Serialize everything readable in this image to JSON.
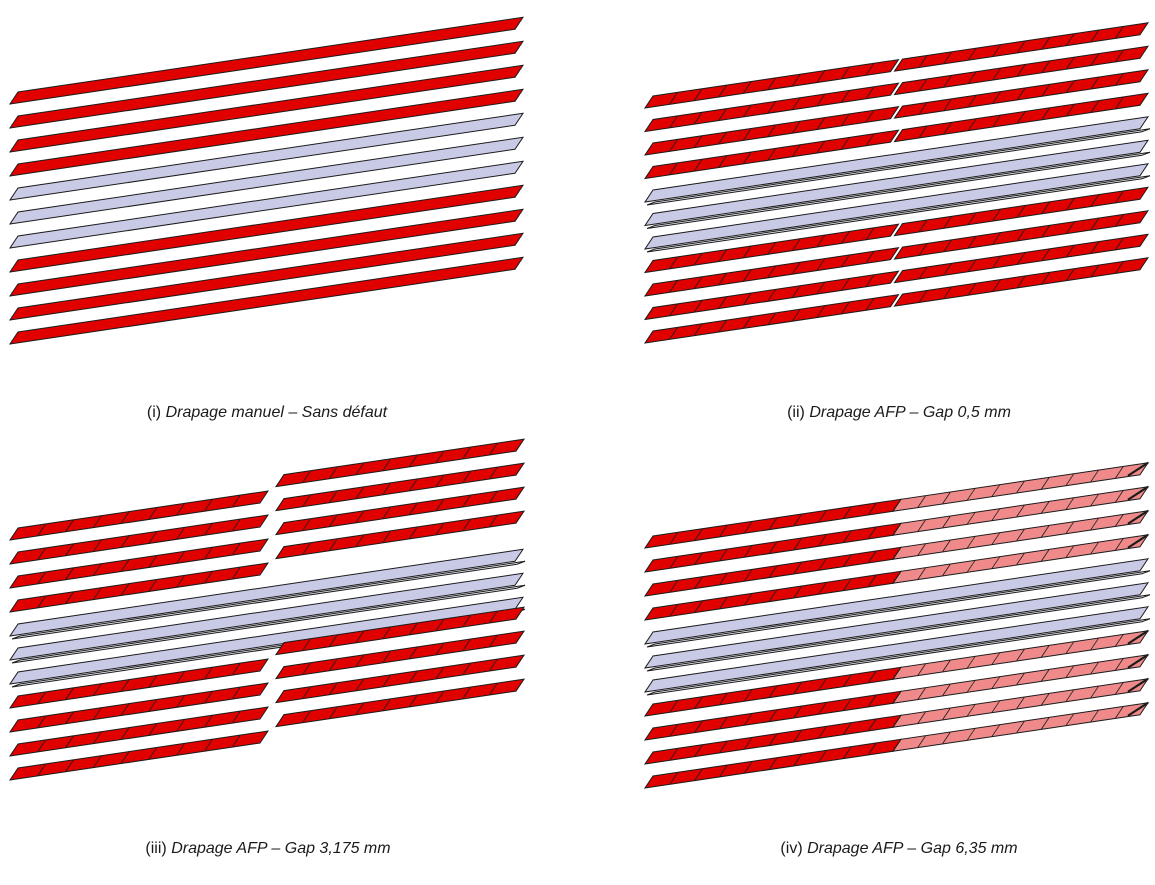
{
  "figure": {
    "colors": {
      "ply_red": "#e00000",
      "ply_light_red": "#f08a8a",
      "ply_lavender": "#c9cbe6",
      "edge": "#1c1c1c",
      "caption": "#1a1a1a"
    },
    "panels": [
      {
        "id": "i",
        "prefix": "(i)",
        "caption": "Drapage manuel – Sans défaut",
        "layup": "manual",
        "plies": [
          "red",
          "red",
          "red",
          "red",
          "lavender",
          "lavender",
          "lavender",
          "red",
          "red",
          "red",
          "red"
        ],
        "gap_mm": null
      },
      {
        "id": "ii",
        "prefix": "(ii)",
        "caption": "Drapage AFP – Gap 0,5 mm",
        "layup": "afp",
        "plies": [
          "red",
          "red",
          "red",
          "red",
          "lavender",
          "lavender",
          "lavender",
          "red",
          "red",
          "red",
          "red"
        ],
        "gap_mm": 0.5
      },
      {
        "id": "iii",
        "prefix": "(iii)",
        "caption": "Drapage AFP – Gap 3,175 mm",
        "layup": "afp",
        "plies": [
          "red",
          "red",
          "red",
          "red",
          "lavender",
          "lavender",
          "lavender",
          "red",
          "red",
          "red",
          "red"
        ],
        "gap_mm": 3.175
      },
      {
        "id": "iv",
        "prefix": "(iv)",
        "caption": "Drapage AFP – Gap 6,35 mm",
        "layup": "afp-partial",
        "plies": [
          "red",
          "red",
          "red",
          "red",
          "lavender",
          "lavender",
          "lavender",
          "red",
          "red",
          "red",
          "red"
        ],
        "gap_mm": 6.35
      }
    ]
  }
}
